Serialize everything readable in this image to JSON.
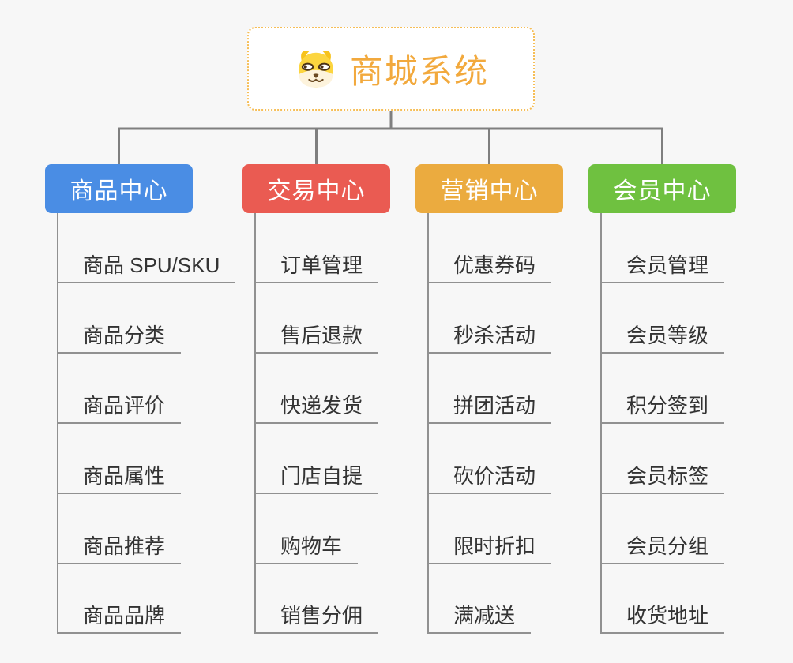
{
  "root": {
    "label": "商城系统",
    "icon": "dog-icon",
    "text_color": "#f2a93d",
    "border_color": "#f6be57"
  },
  "connector_color": "#7f7f7f",
  "underline_color": "#919191",
  "branches": [
    {
      "label": "商品中心",
      "color": "#4a8de4",
      "children": [
        "商品 SPU/SKU",
        "商品分类",
        "商品评价",
        "商品属性",
        "商品推荐",
        "商品品牌"
      ]
    },
    {
      "label": "交易中心",
      "color": "#ea5b52",
      "children": [
        "订单管理",
        "售后退款",
        "快递发货",
        "门店自提",
        "购物车",
        "销售分佣"
      ]
    },
    {
      "label": "营销中心",
      "color": "#ebab3f",
      "children": [
        "优惠券码",
        "秒杀活动",
        "拼团活动",
        "砍价活动",
        "限时折扣",
        "满减送"
      ]
    },
    {
      "label": "会员中心",
      "color": "#6fc140",
      "children": [
        "会员管理",
        "会员等级",
        "积分签到",
        "会员标签",
        "会员分组",
        "收货地址"
      ]
    }
  ]
}
